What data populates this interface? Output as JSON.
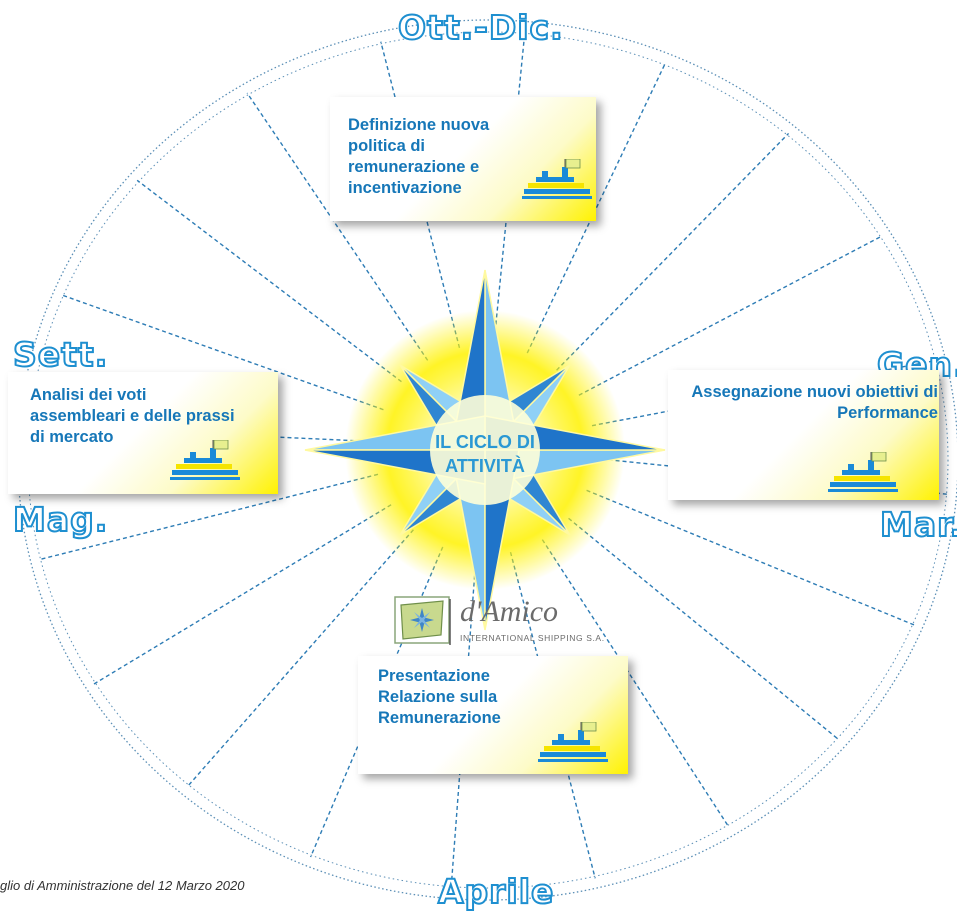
{
  "months": {
    "top": "Ott.-Dic.",
    "upper_left": "Sett.",
    "lower_left": "Mag.",
    "upper_right": "Gen.",
    "lower_right": "Mar.",
    "bottom": "Aprile"
  },
  "center": {
    "title": "IL CICLO DI ATTIVITÀ"
  },
  "cards": {
    "top": "Definizione nuova politica di remunerazione e incentivazione",
    "left": "Analisi dei voti assembleari e delle prassi di mercato",
    "right": "Assegnazione nuovi obiettivi di Performance",
    "bottom": "Presentazione Relazione sulla Remunerazione"
  },
  "logo": {
    "name": "d'Amico",
    "subtitle": "INTERNATIONAL SHIPPING S.A."
  },
  "footnote": "glio di Amministrazione del 12 Marzo 2020",
  "colors": {
    "accent": "#1e8fd0",
    "star_blue": "#2e8fd6",
    "glow_yellow": "#fff200",
    "card_text": "#1677b8"
  }
}
